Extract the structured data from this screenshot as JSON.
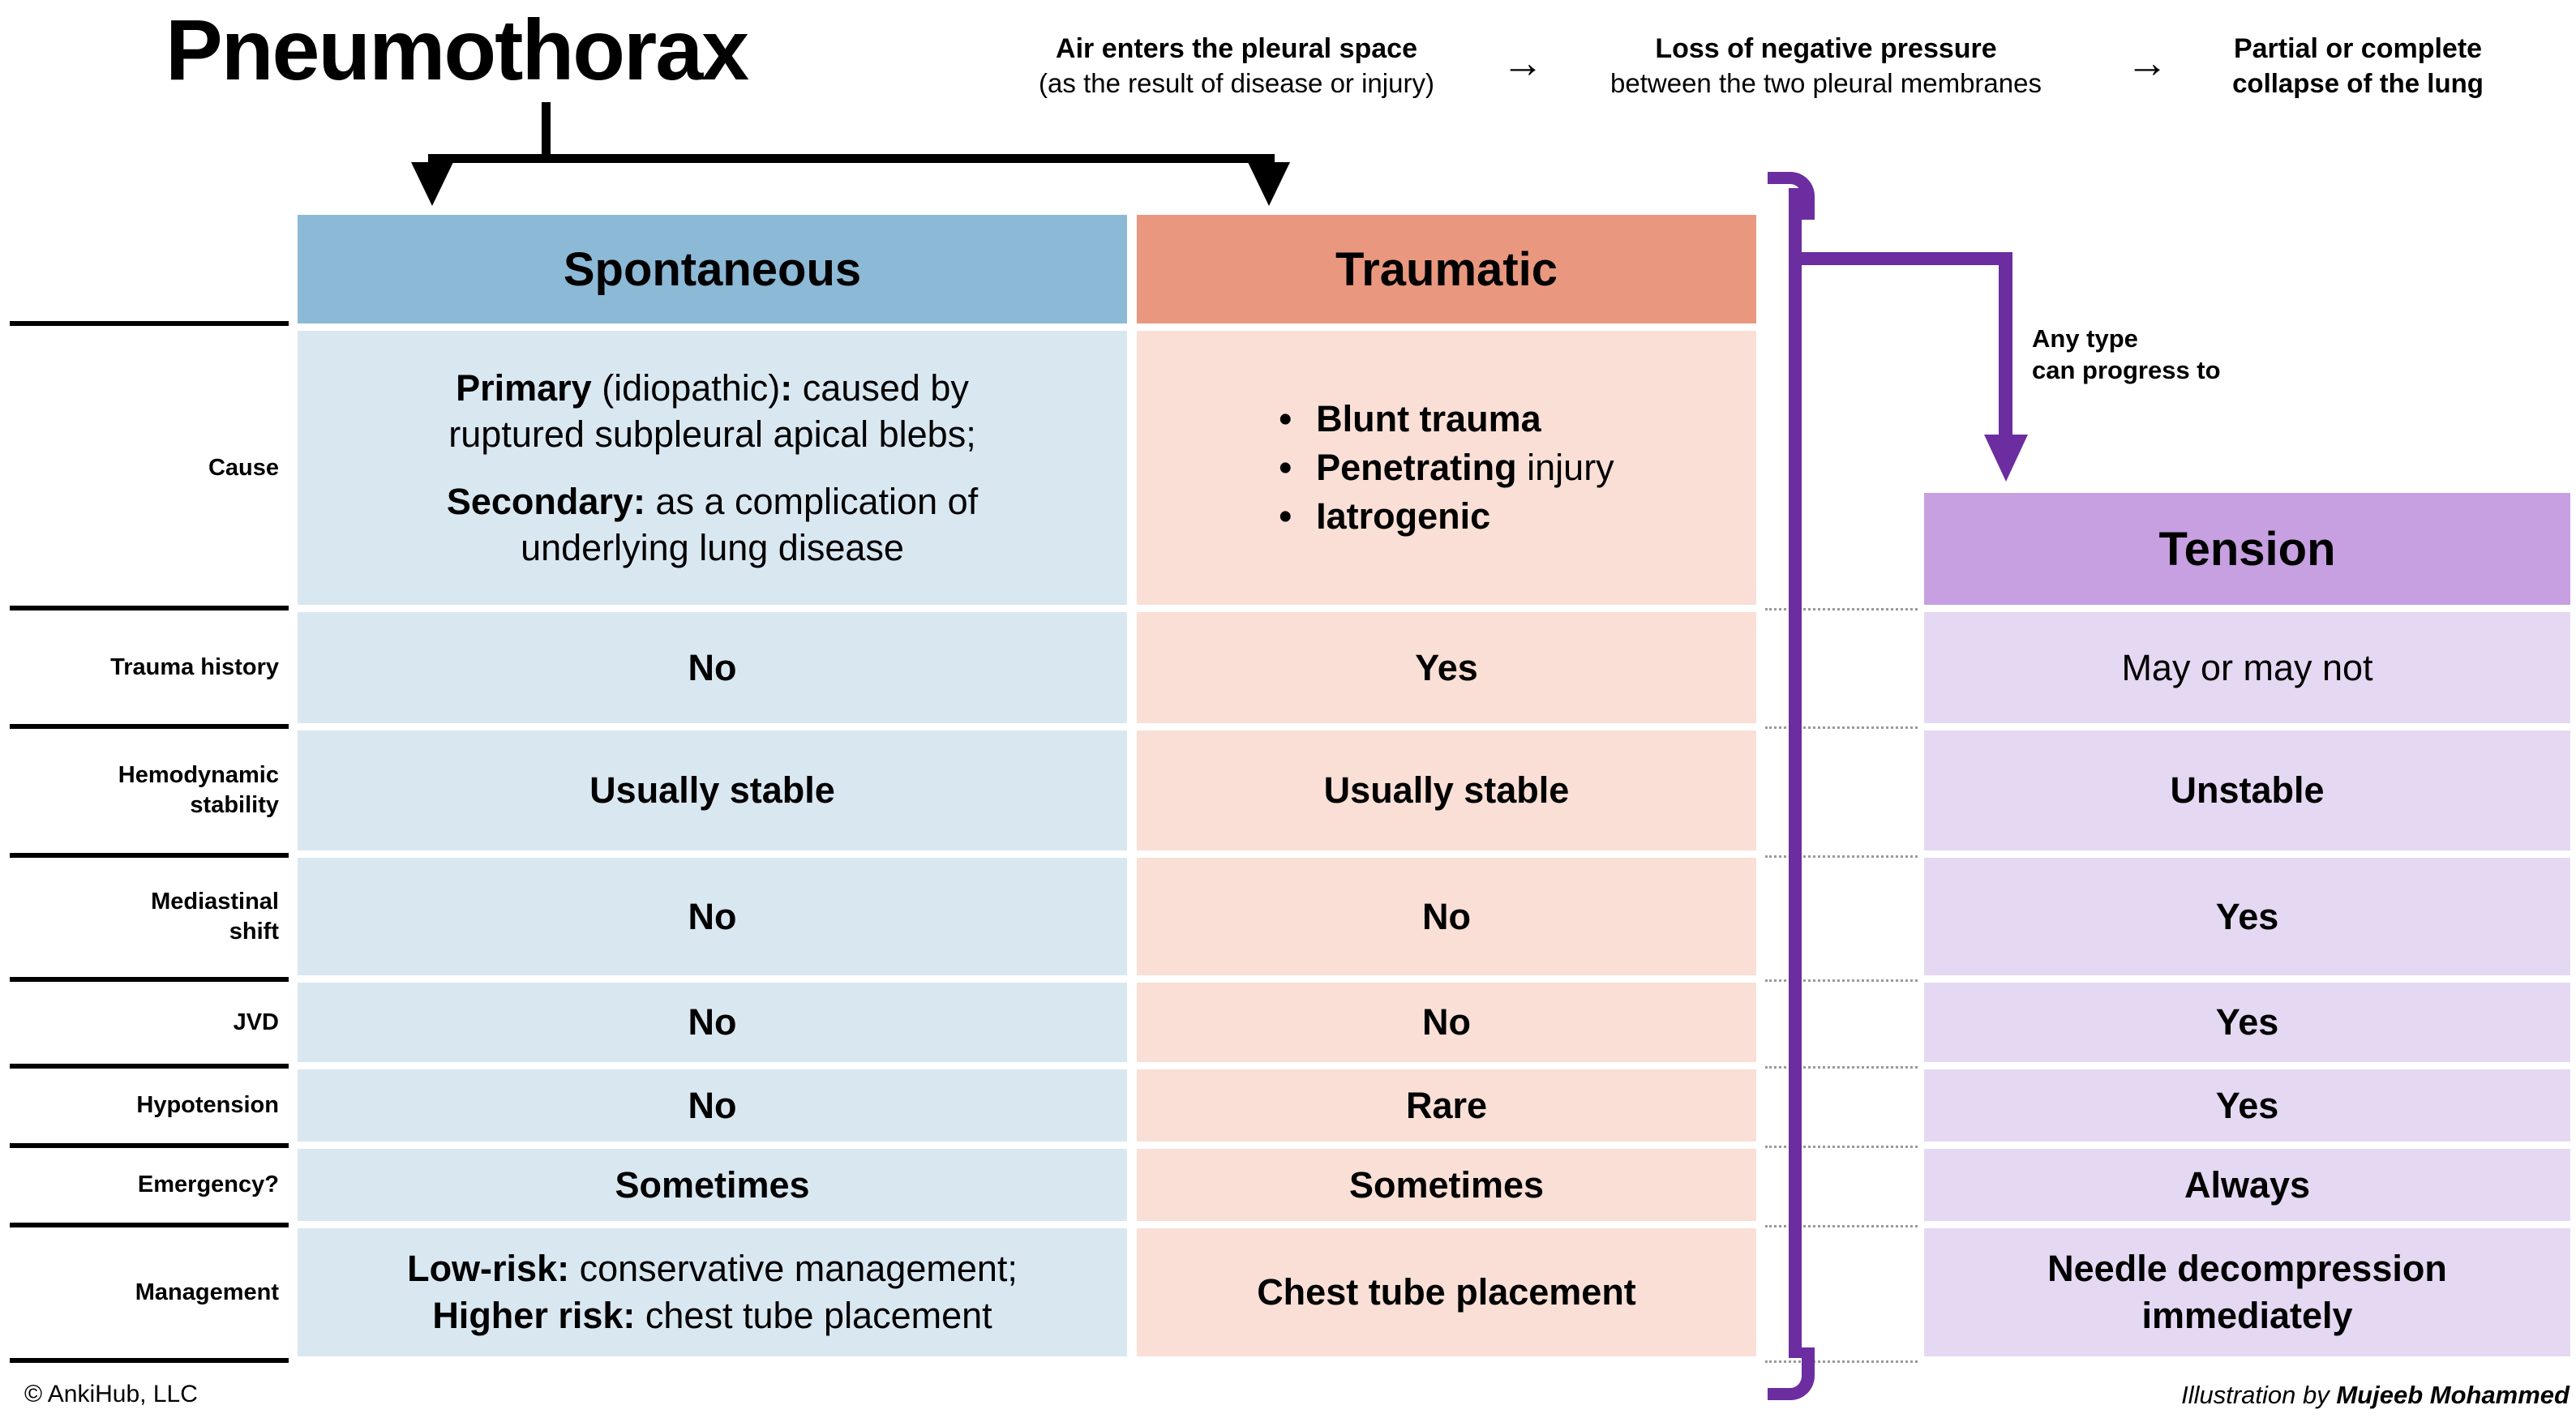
{
  "title": "Pneumothorax",
  "arrow_glyph": "→",
  "flow_steps": [
    {
      "line1": "Air enters the pleural space",
      "line2": "(as the result of disease or injury)"
    },
    {
      "line1": "Loss of negative pressure",
      "line2": "between the two pleural membranes"
    },
    {
      "line1": "Partial or complete",
      "line2": "collapse of the lung"
    }
  ],
  "progress_note": {
    "line1": "Any type",
    "line2": "can progress to"
  },
  "columns": {
    "spontaneous": {
      "label": "Spontaneous",
      "header_color": "#8CB9D6",
      "cell_color": "#D9E7F1"
    },
    "traumatic": {
      "label": "Traumatic",
      "header_color": "#E9987F",
      "cell_color": "#F9DFD6"
    },
    "tension": {
      "label": "Tension",
      "header_color": "#C7A0E2",
      "cell_color": "#E5D8F2"
    }
  },
  "row_labels": {
    "cause_l1": "Cause",
    "trauma_history_l1": "Trauma history",
    "hemodynamic_l1": "Hemodynamic",
    "hemodynamic_l2": "stability",
    "mediastinal_l1": "Mediastinal",
    "mediastinal_l2": "shift",
    "jvd_l1": "JVD",
    "hypotension_l1": "Hypotension",
    "emergency_l1": "Emergency?",
    "management_l1": "Management"
  },
  "cells": {
    "spontaneous": {
      "cause_p1": [
        {
          "t": "Primary ",
          "b": true
        },
        {
          "t": "(idiopathic)",
          "b": false
        },
        {
          "t": ":",
          "b": true
        },
        {
          "t": " caused by ruptured subpleural apical blebs;",
          "b": false
        }
      ],
      "cause_p2": [
        {
          "t": "Secondary:",
          "b": true
        },
        {
          "t": " as a complication of underlying lung disease",
          "b": false
        }
      ],
      "trauma_history": "No",
      "hemodynamic": "Usually stable",
      "mediastinal": "No",
      "jvd": "No",
      "hypotension": "No",
      "emergency": "Sometimes",
      "management_l1": [
        {
          "t": "Low-risk:",
          "b": true
        },
        {
          "t": " conservative management;",
          "b": false
        }
      ],
      "management_l2": [
        {
          "t": "Higher risk:",
          "b": true
        },
        {
          "t": " chest tube placement",
          "b": false
        }
      ]
    },
    "traumatic": {
      "bullet_glyph": "•",
      "cause_bullet1": [
        {
          "t": "Blunt trauma",
          "b": true
        }
      ],
      "cause_bullet2": [
        {
          "t": "Penetrating",
          "b": true
        },
        {
          "t": " injury",
          "b": false
        }
      ],
      "cause_bullet3": [
        {
          "t": "Iatrogenic",
          "b": true
        }
      ],
      "trauma_history": "Yes",
      "hemodynamic": "Usually stable",
      "mediastinal": "No",
      "jvd": "No",
      "hypotension": "Rare",
      "emergency": "Sometimes",
      "management": "Chest tube placement"
    },
    "tension": {
      "trauma_history": "May or may not",
      "hemodynamic": "Unstable",
      "mediastinal": "Yes",
      "jvd": "Yes",
      "hypotension": "Yes",
      "emergency": "Always",
      "management_l1": "Needle decompression",
      "management_l2": "immediately"
    }
  },
  "footer": {
    "copyright": "© AnkiHub, LLC",
    "credit_prefix": "Illustration by ",
    "credit_name": "Mujeeb Mohammed"
  },
  "colors": {
    "bracket_purple": "#6C2DA0",
    "line_black": "#000000",
    "dotted_gray": "#9A9A9A"
  }
}
